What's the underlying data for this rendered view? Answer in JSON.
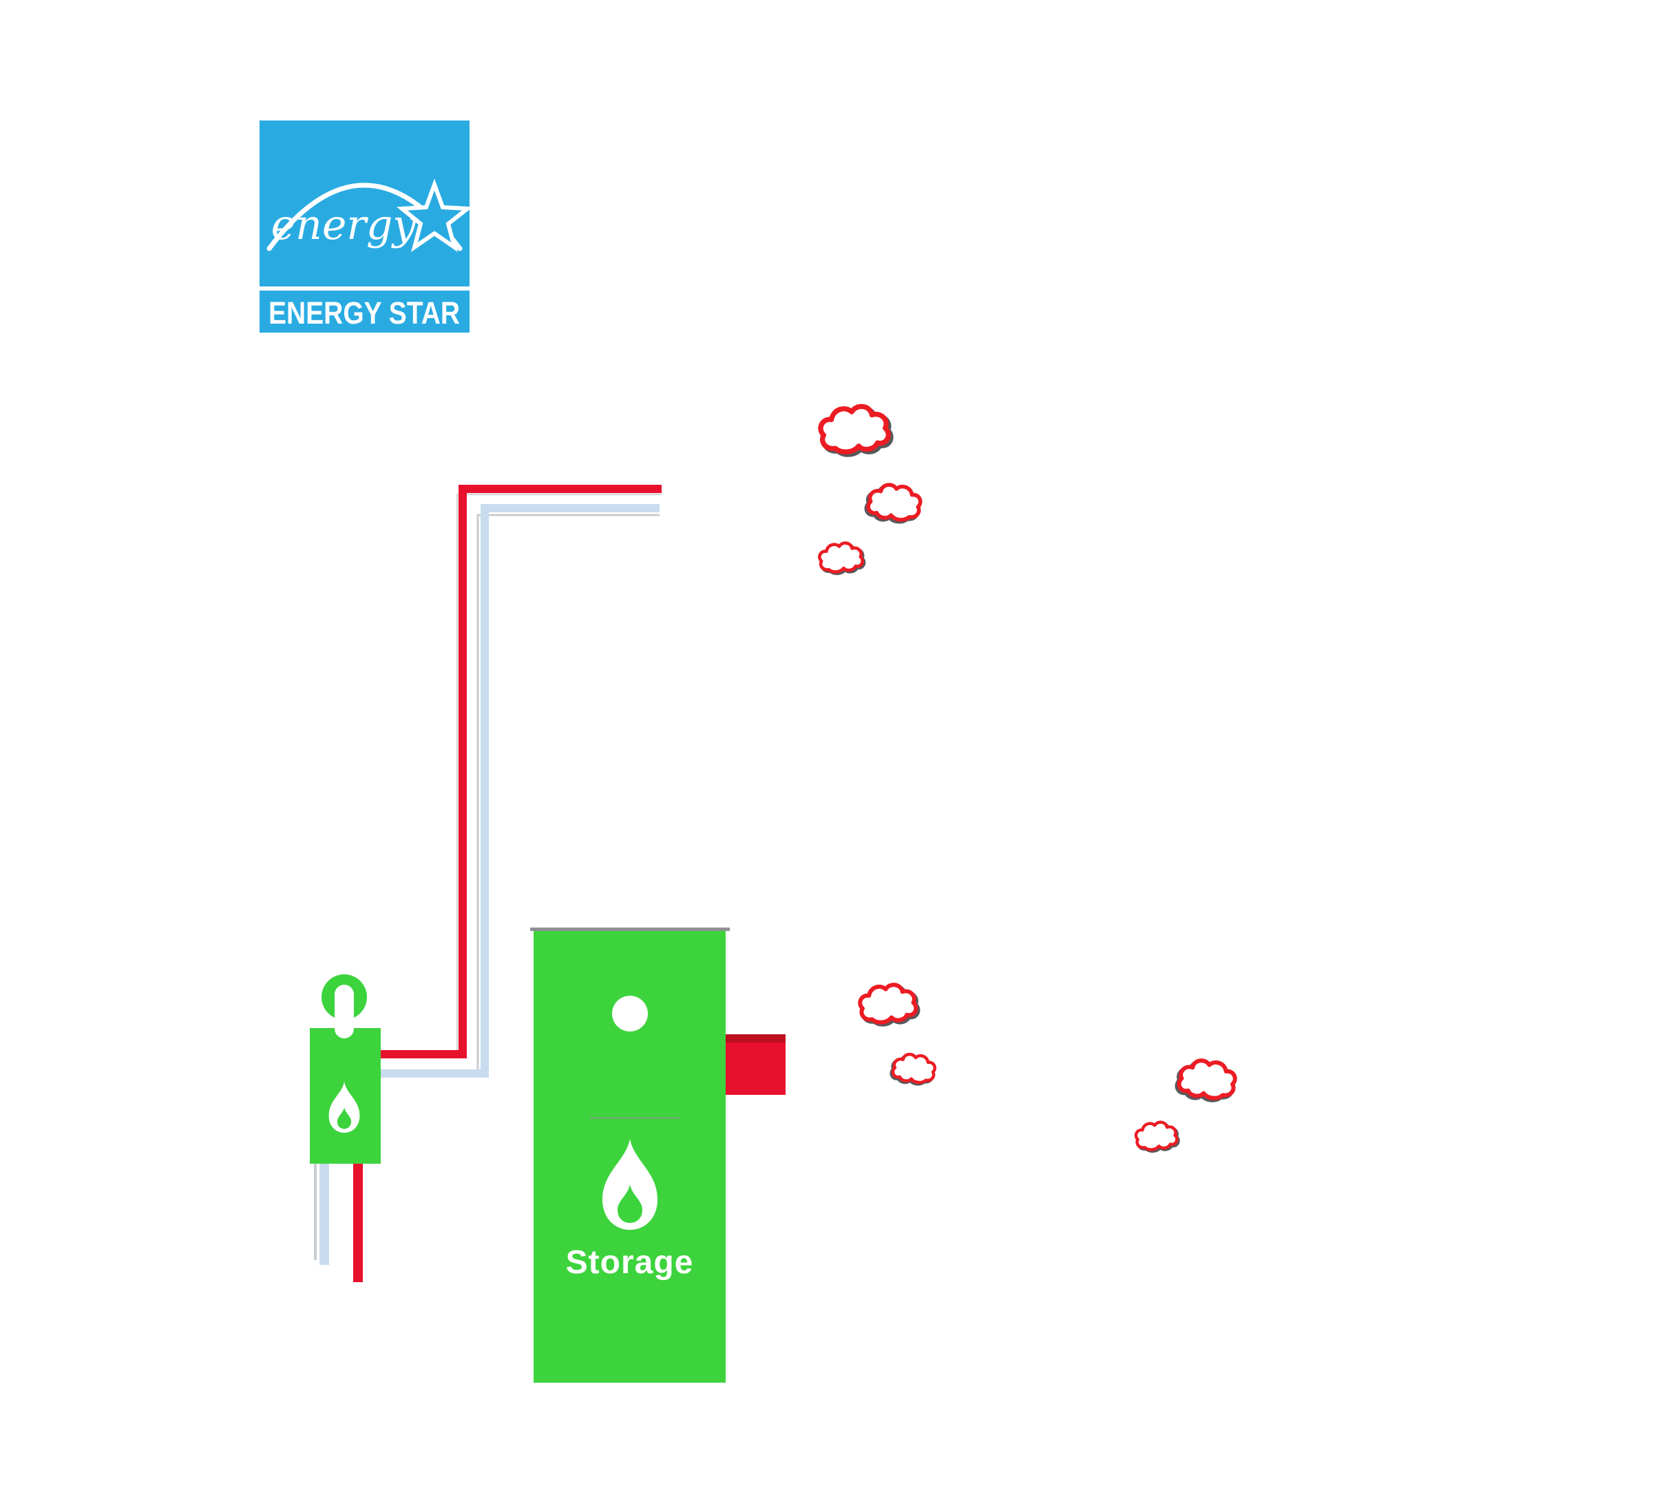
{
  "logo": {
    "script_word": "energy",
    "wordmark": "ENERGY STAR",
    "blue": "#29ABE2",
    "white": "#FFFFFF"
  },
  "pipes": {
    "hot_color": "#E8112D",
    "cold_color": "#C9DCEF",
    "shadow_color": "#C7CBCF"
  },
  "tankless_heater": {
    "body_color": "#3DD33D",
    "flame_color": "#FFFFFF"
  },
  "storage_heater": {
    "label": "Storage",
    "body_color": "#3DD33D",
    "label_color": "#FFFFFF",
    "burner_box_color": "#E8112D",
    "cap_line_color": "#8F9194"
  },
  "steam": {
    "outline_color": "#EC1C24",
    "shadow_color": "#58595B",
    "cloud_count": 7
  },
  "icons": [
    "flame-icon",
    "star-icon",
    "steam-cloud-icon"
  ]
}
